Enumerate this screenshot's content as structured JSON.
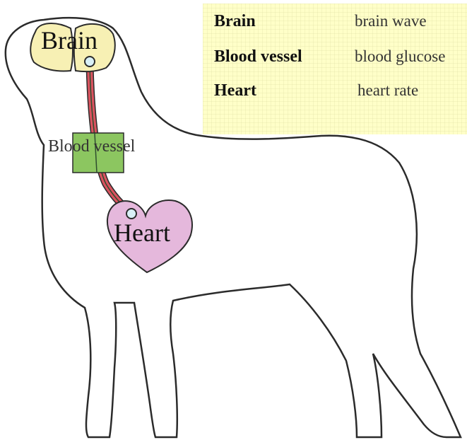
{
  "diagram": {
    "labels": {
      "brain": "Brain",
      "blood_vessel": "Blood vessel",
      "heart": "Heart"
    },
    "legend": [
      {
        "term": "Brain",
        "description": "brain wave"
      },
      {
        "term": "Blood vessel",
        "description": "blood glucose"
      },
      {
        "term": "Heart",
        "description": "heart rate"
      }
    ],
    "colors": {
      "brain_fill": "#f7f0b4",
      "vessel_red": "#d9535f",
      "vessel_box": "#8cc660",
      "heart_fill": "#e5b8dc",
      "sensor_fill": "#d9f0f7",
      "legend_bg": "#ffffc8",
      "outline": "#2b2b2b"
    }
  }
}
